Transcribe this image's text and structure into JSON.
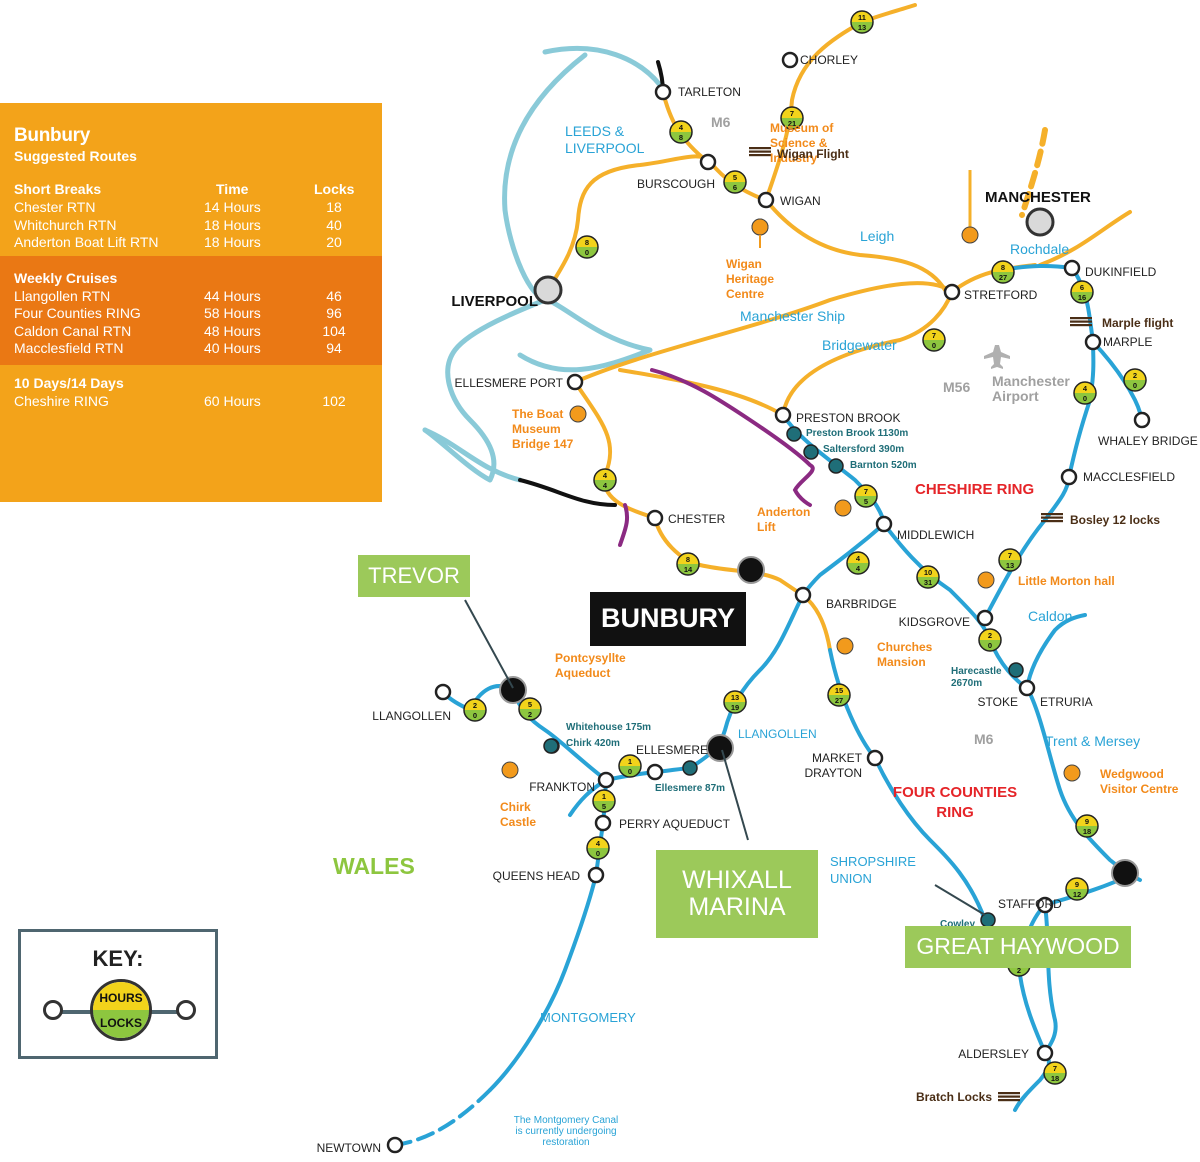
{
  "panel": {
    "title": "Bunbury",
    "subtitle": "Suggested Routes",
    "col_time": "Time",
    "col_locks": "Locks",
    "sections": [
      {
        "heading": "Short Breaks",
        "rows": [
          {
            "name": "Chester RTN",
            "time": "14 Hours",
            "locks": "18"
          },
          {
            "name": "Whitchurch RTN",
            "time": "18 Hours",
            "locks": "40"
          },
          {
            "name": "Anderton Boat Lift RTN",
            "time": "18 Hours",
            "locks": "20"
          }
        ]
      },
      {
        "heading": "Weekly Cruises",
        "rows": [
          {
            "name": "Llangollen RTN",
            "time": "44 Hours",
            "locks": "46"
          },
          {
            "name": "Four Counties RING",
            "time": "58 Hours",
            "locks": "96"
          },
          {
            "name": "Caldon Canal RTN",
            "time": "48 Hours",
            "locks": "104"
          },
          {
            "name": "Macclesfield RTN",
            "time": "40 Hours",
            "locks": "94"
          }
        ]
      },
      {
        "heading": "10 Days/14 Days",
        "rows": [
          {
            "name": "Cheshire RING",
            "time": "60 Hours",
            "locks": "102"
          }
        ]
      }
    ]
  },
  "key": {
    "title": "KEY:",
    "hours": "HOURS",
    "locks": "LOCKS"
  },
  "colors": {
    "canal": "#29a3d6",
    "river": "#8acad8",
    "route": "#f5b02a",
    "purple": "#8b2a82",
    "black": "#111111",
    "attraction": "#f29a1c",
    "tunnel": "#1f6e78",
    "badge_top": "#f2d31b",
    "badge_bottom": "#8dc63f",
    "label_green_bg": "#9cc95a"
  },
  "regions": {
    "wales": "WALES",
    "cheshire_ring": "CHESHIRE RING",
    "four_counties": [
      "FOUR COUNTIES",
      "RING"
    ],
    "m6_north": "M6",
    "m6_south": "M6",
    "m56": "M56",
    "manchester_airport": [
      "Manchester",
      "Airport"
    ]
  },
  "boxes": {
    "bunbury": "BUNBURY",
    "trevor": "TREVOR",
    "whixall": [
      "WHIXALL",
      "MARINA"
    ],
    "great_haywood": "GREAT HAYWOOD"
  },
  "cities": {
    "liverpool": "LIVERPOOL",
    "manchester": "MANCHESTER"
  },
  "places": [
    {
      "id": "tarleton",
      "name": "TARLETON"
    },
    {
      "id": "chorley",
      "name": "CHORLEY"
    },
    {
      "id": "burscough",
      "name": "BURSCOUGH"
    },
    {
      "id": "wigan",
      "name": "WIGAN"
    },
    {
      "id": "stretford",
      "name": "STRETFORD"
    },
    {
      "id": "dukinfield",
      "name": "DUKINFIELD"
    },
    {
      "id": "marple",
      "name": "MARPLE"
    },
    {
      "id": "whaley",
      "name": "WHALEY BRIDGE"
    },
    {
      "id": "macclesfield",
      "name": "MACCLESFIELD"
    },
    {
      "id": "ellesmere_port",
      "name": "ELLESMERE PORT"
    },
    {
      "id": "preston_brook",
      "name": "PRESTON BROOK"
    },
    {
      "id": "chester",
      "name": "CHESTER"
    },
    {
      "id": "middlewich",
      "name": "MIDDLEWICH"
    },
    {
      "id": "barbridge",
      "name": "BARBRIDGE"
    },
    {
      "id": "kidsgrove",
      "name": "KIDSGROVE"
    },
    {
      "id": "stoke",
      "name": "STOKE"
    },
    {
      "id": "etruria",
      "name": "ETRURIA"
    },
    {
      "id": "llangollen",
      "name": "LLANGOLLEN"
    },
    {
      "id": "ellesmere",
      "name": "ELLESMERE"
    },
    {
      "id": "frankton",
      "name": "FRANKTON"
    },
    {
      "id": "perry",
      "name": "PERRY AQUEDUCT"
    },
    {
      "id": "queens_head",
      "name": "QUEENS HEAD"
    },
    {
      "id": "market_drayton",
      "name": [
        "MARKET",
        "DRAYTON"
      ]
    },
    {
      "id": "stafford",
      "name": "STAFFORD"
    },
    {
      "id": "aldersley",
      "name": "ALDERSLEY"
    },
    {
      "id": "newtown",
      "name": "NEWTOWN"
    }
  ],
  "canals": [
    {
      "id": "leeds",
      "name": [
        "LEEDS &",
        "LIVERPOOL"
      ]
    },
    {
      "id": "leigh",
      "name": "Leigh"
    },
    {
      "id": "rochdale",
      "name": "Rochdale"
    },
    {
      "id": "mship",
      "name": "Manchester Ship"
    },
    {
      "id": "bridgewater",
      "name": "Bridgewater"
    },
    {
      "id": "caldon",
      "name": "Caldon"
    },
    {
      "id": "trent",
      "name": "Trent & Mersey"
    },
    {
      "id": "llangollen_c",
      "name": "LLANGOLLEN"
    },
    {
      "id": "shropshire",
      "name": [
        "SHROPSHIRE",
        "UNION"
      ]
    },
    {
      "id": "montgomery",
      "name": "MONTGOMERY"
    }
  ],
  "attractions": [
    {
      "id": "museum",
      "name": [
        "Museum of",
        "Science &",
        "Industry"
      ]
    },
    {
      "id": "wigan_heritage",
      "name": [
        "Wigan",
        "Heritage",
        "Centre"
      ]
    },
    {
      "id": "boat_museum",
      "name": [
        "The Boat",
        "Museum",
        "Bridge 147"
      ]
    },
    {
      "id": "anderton",
      "name": [
        "Anderton",
        "Lift"
      ]
    },
    {
      "id": "little_morton",
      "name": "Little Morton hall"
    },
    {
      "id": "churches",
      "name": [
        "Churches",
        "Mansion"
      ]
    },
    {
      "id": "pontcysyllte",
      "name": [
        "Pontcysyllte",
        "Aqueduct"
      ]
    },
    {
      "id": "chirk_castle",
      "name": [
        "Chirk",
        "Castle"
      ]
    },
    {
      "id": "wedgwood",
      "name": [
        "Wedgwood",
        "Visitor Centre"
      ]
    }
  ],
  "lock_flights": [
    {
      "id": "wigan_flight",
      "name": "Wigan Flight"
    },
    {
      "id": "marple_flight",
      "name": "Marple flight"
    },
    {
      "id": "bosley",
      "name": "Bosley 12 locks"
    },
    {
      "id": "bratch",
      "name": "Bratch Locks"
    }
  ],
  "tunnels": [
    {
      "id": "preston_brook_t",
      "name": "Preston Brook 1130m"
    },
    {
      "id": "saltersford",
      "name": "Saltersford 390m"
    },
    {
      "id": "barnton",
      "name": "Barnton 520m"
    },
    {
      "id": "harecastle",
      "name": [
        "Harecastle",
        "2670m"
      ]
    },
    {
      "id": "whitehouse",
      "name": "Whitehouse 175m"
    },
    {
      "id": "chirk",
      "name": "Chirk 420m"
    },
    {
      "id": "ellesmere_t",
      "name": "Ellesmere 87m"
    },
    {
      "id": "cowley",
      "name": "Cowley"
    }
  ],
  "badges": [
    {
      "id": "b1",
      "hours": "11",
      "locks": "13"
    },
    {
      "id": "b2",
      "hours": "7",
      "locks": "21"
    },
    {
      "id": "b3",
      "hours": "4",
      "locks": "8"
    },
    {
      "id": "b4",
      "hours": "5",
      "locks": "6"
    },
    {
      "id": "b5",
      "hours": "8",
      "locks": "0"
    },
    {
      "id": "b6",
      "hours": "8",
      "locks": "27"
    },
    {
      "id": "b7",
      "hours": "6",
      "locks": "16"
    },
    {
      "id": "b8",
      "hours": "7",
      "locks": "0"
    },
    {
      "id": "b9",
      "hours": "4",
      "locks": "0"
    },
    {
      "id": "b10",
      "hours": "2",
      "locks": "0"
    },
    {
      "id": "b11",
      "hours": "4",
      "locks": "4"
    },
    {
      "id": "b12",
      "hours": "7",
      "locks": "5"
    },
    {
      "id": "b13",
      "hours": "8",
      "locks": "14"
    },
    {
      "id": "b14",
      "hours": "4",
      "locks": "4"
    },
    {
      "id": "b15",
      "hours": "10",
      "locks": "31"
    },
    {
      "id": "b16",
      "hours": "7",
      "locks": "13"
    },
    {
      "id": "b17",
      "hours": "2",
      "locks": "0"
    },
    {
      "id": "b18",
      "hours": "15",
      "locks": "27"
    },
    {
      "id": "b19",
      "hours": "13",
      "locks": "19"
    },
    {
      "id": "b20",
      "hours": "2",
      "locks": "0"
    },
    {
      "id": "b21",
      "hours": "5",
      "locks": "2"
    },
    {
      "id": "b22",
      "hours": "1",
      "locks": "0"
    },
    {
      "id": "b23",
      "hours": "1",
      "locks": "5"
    },
    {
      "id": "b24",
      "hours": "4",
      "locks": "0"
    },
    {
      "id": "b25",
      "hours": "9",
      "locks": "18"
    },
    {
      "id": "b26",
      "hours": "9",
      "locks": "12"
    },
    {
      "id": "b27",
      "hours": "",
      "locks": "2"
    },
    {
      "id": "b28",
      "hours": "7",
      "locks": "18"
    }
  ],
  "note": [
    "The Montgomery Canal",
    "is currently undergoing",
    "restoration"
  ]
}
